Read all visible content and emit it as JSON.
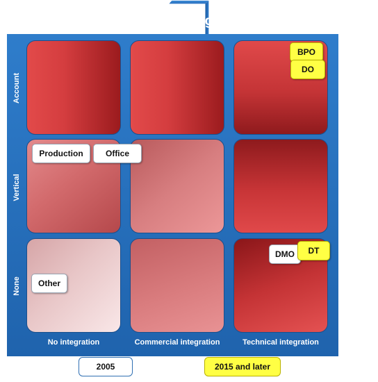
{
  "header": {
    "title": "Integration Degree",
    "arrow": "➞"
  },
  "side": {
    "title": "Customization Level",
    "arrow": "➞"
  },
  "rows": [
    "Account",
    "Vertical",
    "None"
  ],
  "columns": [
    "No integration",
    "Commercial integration",
    "Technical integration"
  ],
  "tags": {
    "bpo": "BPO",
    "do": "DO",
    "production": "Production",
    "office": "Office",
    "dmo": "DMO",
    "dt": "DT",
    "other": "Other"
  },
  "legend": {
    "white": "2005",
    "yellow": "2015 and later"
  },
  "colors": {
    "frame": "#2f7dcb",
    "dark_cell": "#c83537",
    "yellow_tag": "#ffff44",
    "white_tag": "#ffffff"
  }
}
